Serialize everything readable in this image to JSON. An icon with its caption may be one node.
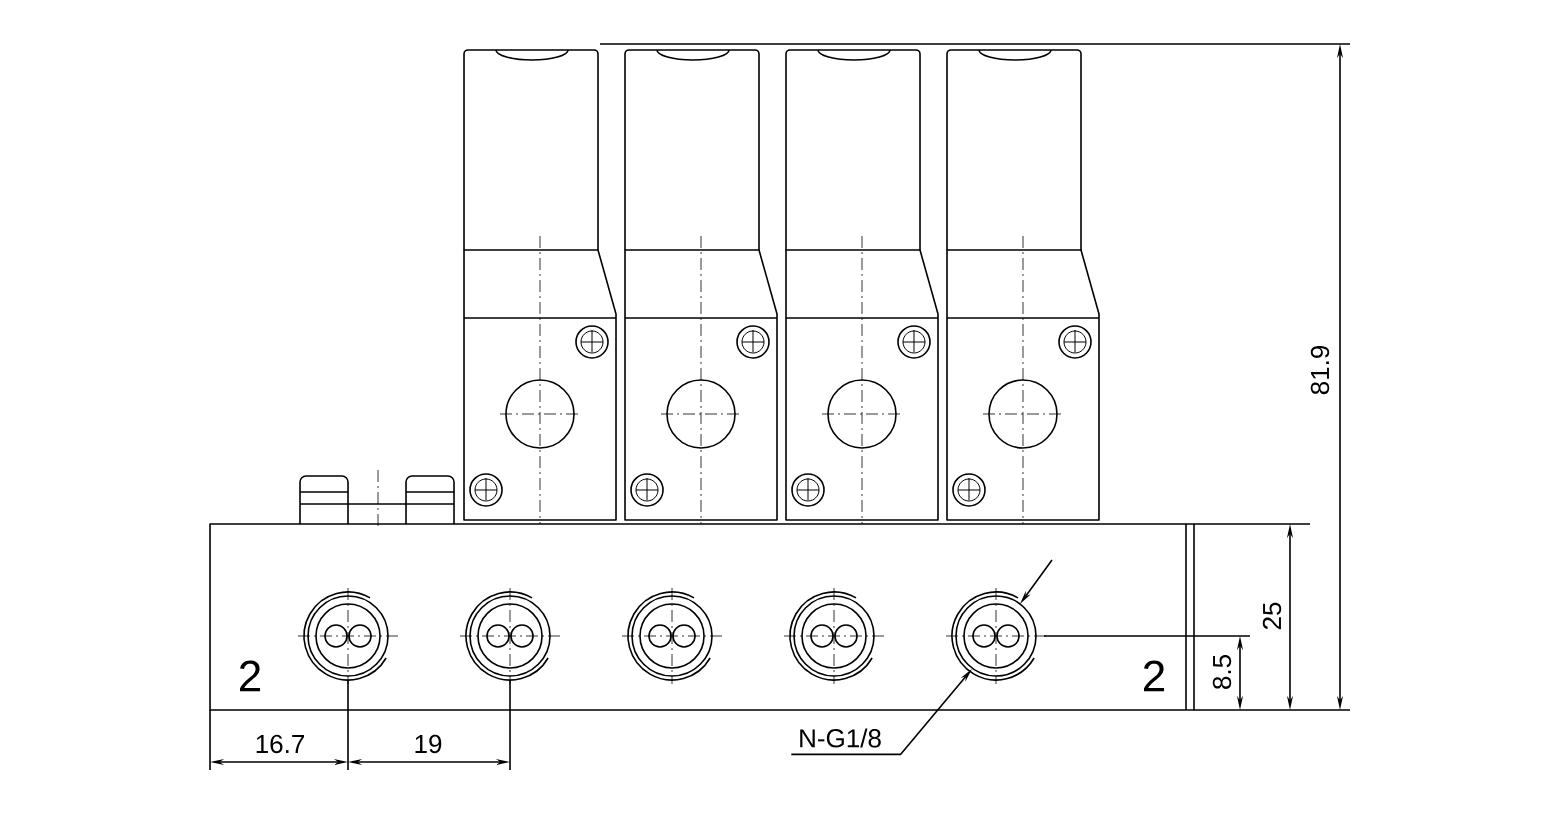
{
  "diagram": {
    "nodes": [
      {
        "text": [
          "N-G1/8"
        ]
      },
      {
        "text": [],
        "shape": "circle"
      }
    ],
    "edges": [
      {
        "from": 0,
        "to": 1,
        "arrow": "to"
      }
    ],
    "labels": [
      "81.9",
      "25",
      "2",
      "2",
      "8.5",
      "16.7",
      "19"
    ]
  }
}
